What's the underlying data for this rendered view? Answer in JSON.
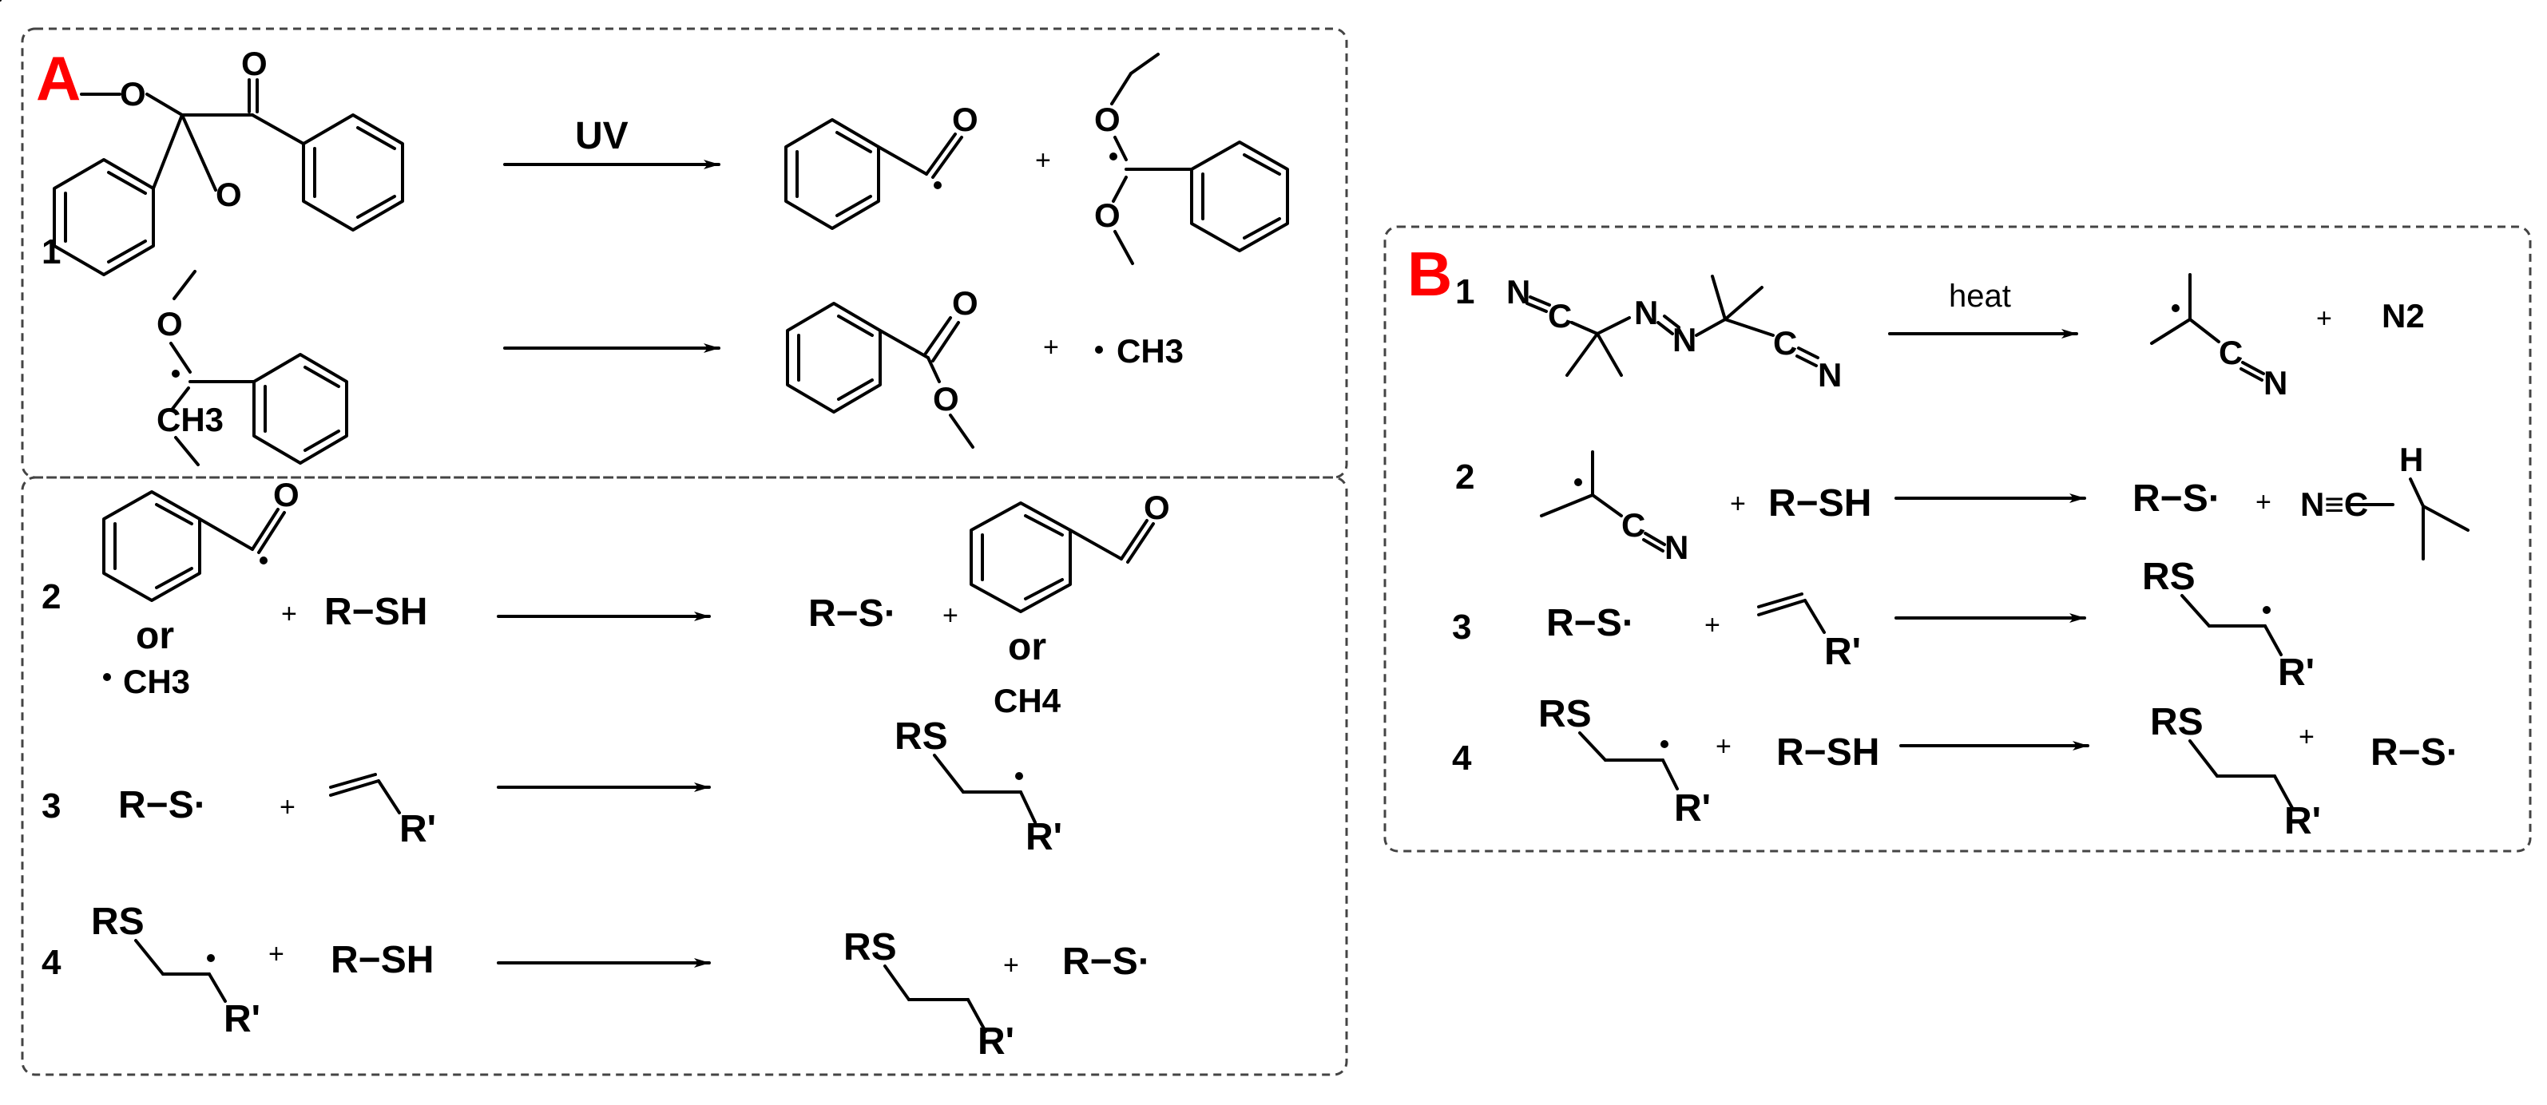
{
  "panels": {
    "A": {
      "label": "A",
      "steps": [
        {
          "number": "1",
          "arrow_label": "UV",
          "plus": [
            "+",
            "+"
          ],
          "atoms": [
            "O",
            "O",
            "O",
            "O",
            "O",
            "O",
            "O",
            "CH3"
          ]
        },
        {
          "number": "2",
          "reagents": [
            "or",
            "CH3",
            "R−SH"
          ],
          "products": [
            "R−S·",
            "or",
            "CH4"
          ],
          "plus": [
            "+",
            "+"
          ]
        },
        {
          "number": "3",
          "reagents": [
            "R−S·",
            "R'"
          ],
          "products": [
            "RS",
            "R'"
          ],
          "plus": [
            "+"
          ]
        },
        {
          "number": "4",
          "reagents": [
            "RS",
            "R'",
            "R−SH"
          ],
          "products": [
            "RS",
            "R'",
            "R−S·"
          ],
          "plus": [
            "+",
            "+"
          ]
        }
      ]
    },
    "B": {
      "label": "B",
      "steps": [
        {
          "number": "1",
          "arrow_label": "heat",
          "atoms": [
            "N",
            "C",
            "N",
            "N",
            "C",
            "N",
            "C",
            "N"
          ],
          "products": [
            "N2"
          ],
          "plus": [
            "+"
          ]
        },
        {
          "number": "2",
          "reagents": [
            "C",
            "N",
            "R−SH"
          ],
          "products": [
            "R−S·",
            "N≡C",
            "H"
          ],
          "plus": [
            "+",
            "+"
          ]
        },
        {
          "number": "3",
          "reagents": [
            "R−S·",
            "R'"
          ],
          "products": [
            "RS",
            "R'"
          ],
          "plus": [
            "+"
          ]
        },
        {
          "number": "4",
          "reagents": [
            "RS",
            "R'",
            "R−SH"
          ],
          "products": [
            "RS",
            "R'",
            "R−S·"
          ],
          "plus": [
            "+",
            "+"
          ]
        }
      ]
    }
  }
}
